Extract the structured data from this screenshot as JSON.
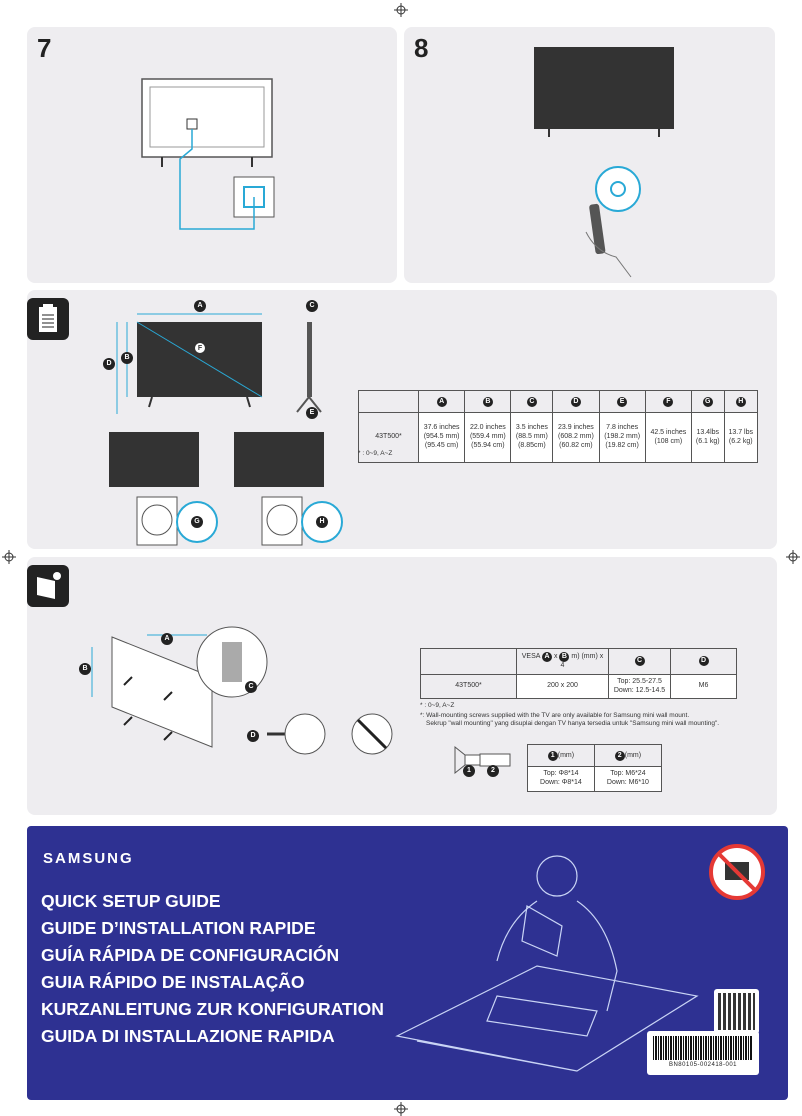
{
  "steps": {
    "step7": "7",
    "step8": "8"
  },
  "specs": {
    "columns": [
      "A",
      "B",
      "C",
      "D",
      "E",
      "F",
      "G",
      "H"
    ],
    "model": "43T500*",
    "values": [
      [
        "37.6 inches",
        "(954.5 mm)",
        "(95.45 cm)"
      ],
      [
        "22.0 inches",
        "(559.4 mm)",
        "(55.94 cm)"
      ],
      [
        "3.5 inches",
        "(88.5 mm)",
        "(8.85cm)"
      ],
      [
        "23.9 inches",
        "(608.2 mm)",
        "(60.82 cm)"
      ],
      [
        "7.8 inches",
        "(198.2 mm)",
        "(19.82 cm)"
      ],
      [
        "42.5 inches",
        "(108 cm)",
        ""
      ],
      [
        "13.4lbs",
        "(6.1 kg)",
        ""
      ],
      [
        "13.7 lbs",
        "(6.2 kg)",
        ""
      ]
    ],
    "note": "* : 0~9, A~Z",
    "diagram_labels": {
      "A": "A",
      "B": "B",
      "C": "C",
      "D": "D",
      "E": "E",
      "F": "F",
      "G": "G",
      "H": "H"
    }
  },
  "wall": {
    "vesa_prefix": "VESA",
    "vesa_a": "A",
    "vesa_x": "x",
    "vesa_b": "B",
    "vesa_suffix": "m)  (mm)  x 4",
    "col_c": "C",
    "col_d": "D",
    "model": "43T500*",
    "vesa_value": "200 x 200",
    "c_value": [
      "Top: 25.5-27.5",
      "Down: 12.5-14.5"
    ],
    "d_value": "M6",
    "note1": "* : 0~9, A~Z",
    "note2": "*: Wall-mounting screws supplied with the TV are only available for Samsung mini wall mount.",
    "note3": "Sekrup  \"wall mounting\" yang disuplai dengan TV hanya tersedia untuk \"Samsung mini wall mounting\".",
    "screw_col1": "1",
    "screw_col1_unit": "(mm)",
    "screw_col2": "2",
    "screw_col2_unit": "(mm)",
    "screw_val1": [
      "Top: Φ8*14",
      "Down: Φ8*14"
    ],
    "screw_val2": [
      "Top:  M6*24",
      "Down: M6*10"
    ]
  },
  "cover": {
    "brand": "SAMSUNG",
    "titles": [
      "QUICK SETUP GUIDE",
      "GUIDE D’INSTALLATION RAPIDE",
      "GUÍA RÁPIDA DE CONFIGURACIÓN",
      "GUIA RÁPIDO DE INSTALAÇÃO",
      "KURZANLEITUNG ZUR KONFIGURATION",
      "GUIDA DI INSTALLAZIONE RAPIDA"
    ],
    "barcode": "BN80105-002418-001",
    "color": "#2e3192"
  }
}
